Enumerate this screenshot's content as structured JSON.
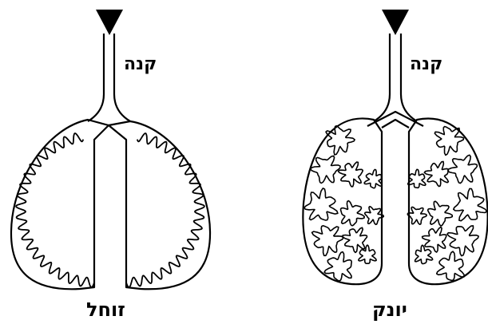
{
  "reptile": {
    "trachea_label": "קנה",
    "name": "זוחל"
  },
  "mammal": {
    "trachea_label": "קנה",
    "name": "יונק"
  },
  "colors": {
    "ink": "#000000",
    "background": "#ffffff"
  },
  "icons": [
    "arrow-down-icon"
  ]
}
